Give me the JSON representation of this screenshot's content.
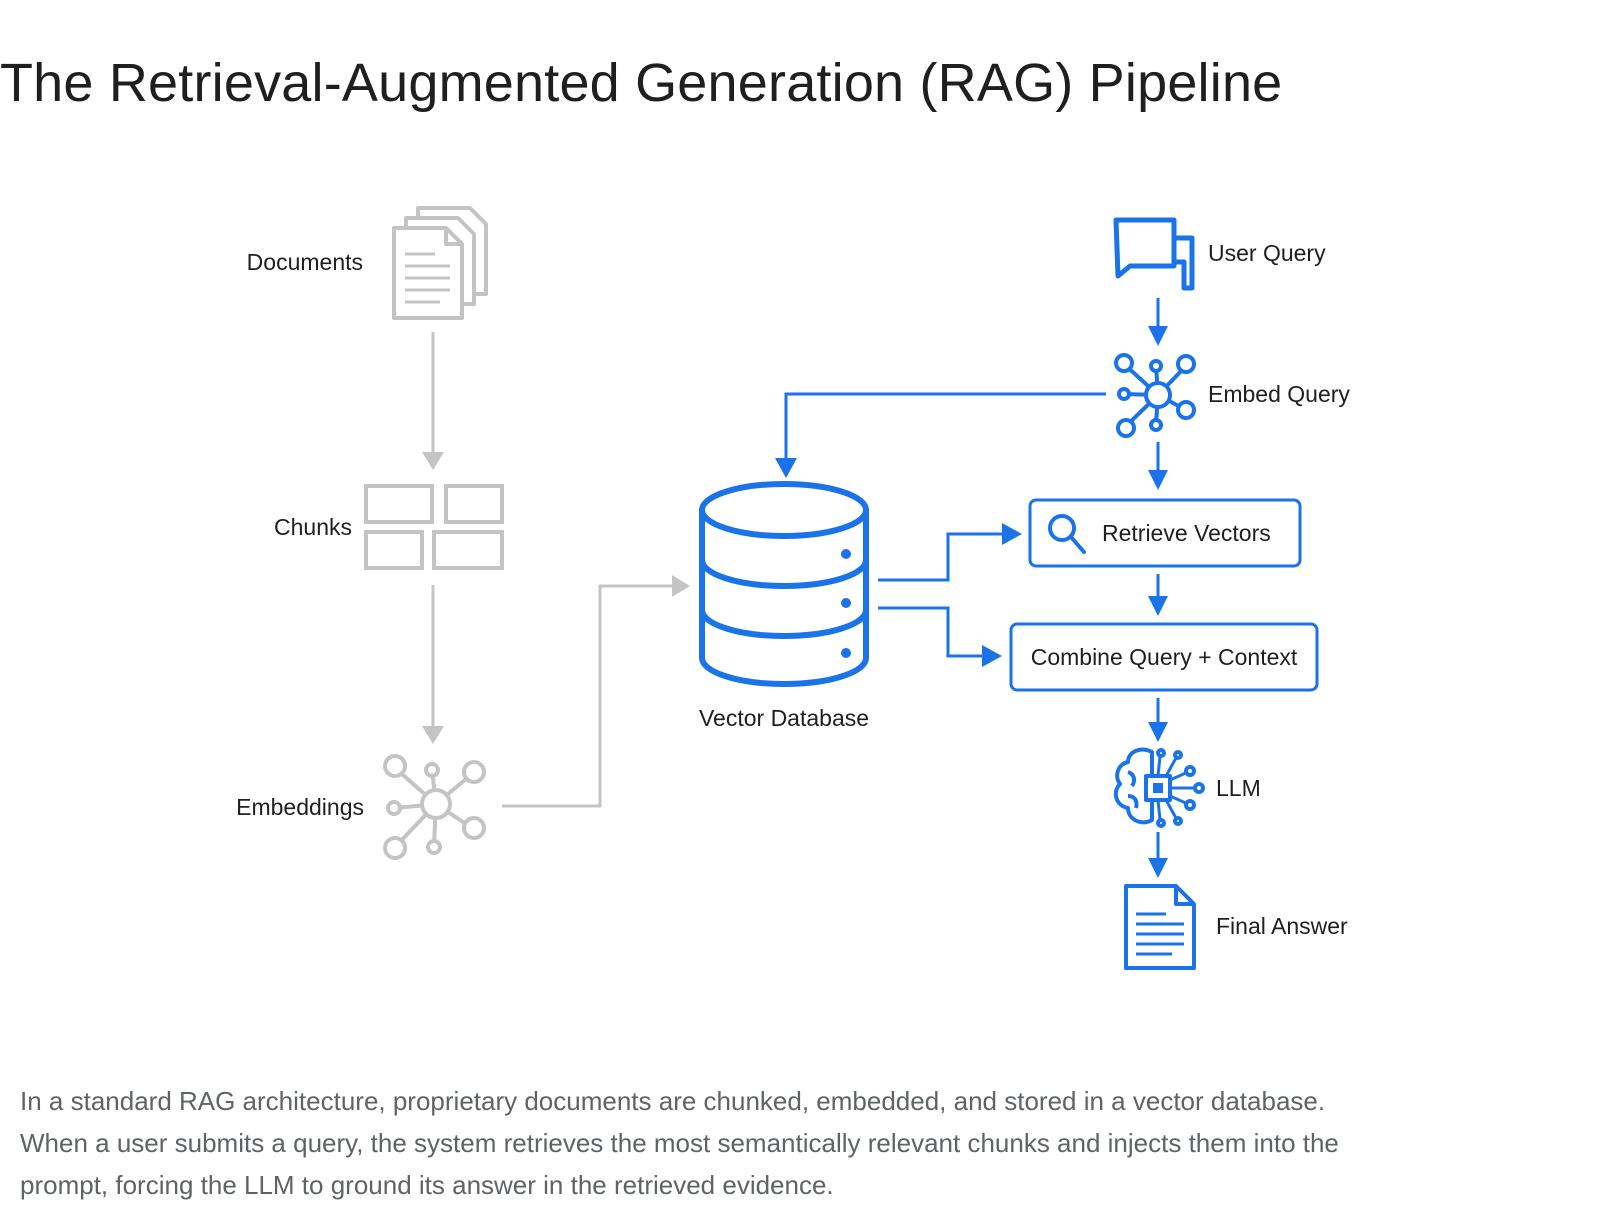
{
  "title": "The Retrieval-Augmented Generation (RAG) Pipeline",
  "colors": {
    "accent": "#1a73e8",
    "muted": "#c4c4c4",
    "text": "#1f1f1f",
    "caption": "#5f6368"
  },
  "diagram": {
    "ingest": {
      "documents": "Documents",
      "chunks": "Chunks",
      "embeddings": "Embeddings"
    },
    "database": "Vector Database",
    "query": {
      "user_query": "User Query",
      "embed_query": "Embed Query",
      "retrieve": "Retrieve Vectors",
      "combine": "Combine Query + Context",
      "llm": "LLM",
      "final_answer": "Final Answer"
    },
    "icons": [
      "documents-icon",
      "chunks-icon",
      "embeddings-icon",
      "database-icon",
      "chat-icon",
      "embed-query-icon",
      "search-icon",
      "brain-chip-icon",
      "document-icon"
    ]
  },
  "caption": [
    "In a standard RAG architecture, proprietary documents are chunked, embedded, and stored in a vector database.",
    "When a user submits a query, the system retrieves the most semantically relevant chunks and injects them into the",
    "prompt, forcing the LLM to ground its answer in the retrieved evidence."
  ]
}
